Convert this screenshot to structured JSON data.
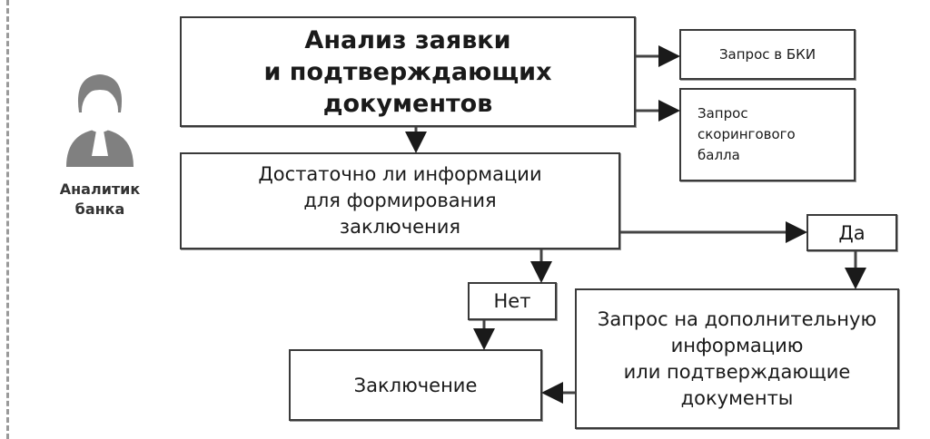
{
  "actor": {
    "label": "Аналитик\nбанка",
    "icon": "person-with-tie-icon"
  },
  "boxes": {
    "analysis": "Анализ заявки\nи подтверждающих\nдокументов",
    "bki": "Запрос в БКИ",
    "scoring": "Запрос\nскорингового\nбалла",
    "enough_info": "Достаточно ли информации\nдля формирования\nзаключения",
    "yes": "Да",
    "no": "Нет",
    "conclusion": "Заключение",
    "request_more": "Запрос на дополнительную\nинформацию\nили подтверждающие\nдокументы"
  },
  "colors": {
    "border": "#3a3a3a",
    "icon": "#808080",
    "dash": "#9a9a9a"
  }
}
